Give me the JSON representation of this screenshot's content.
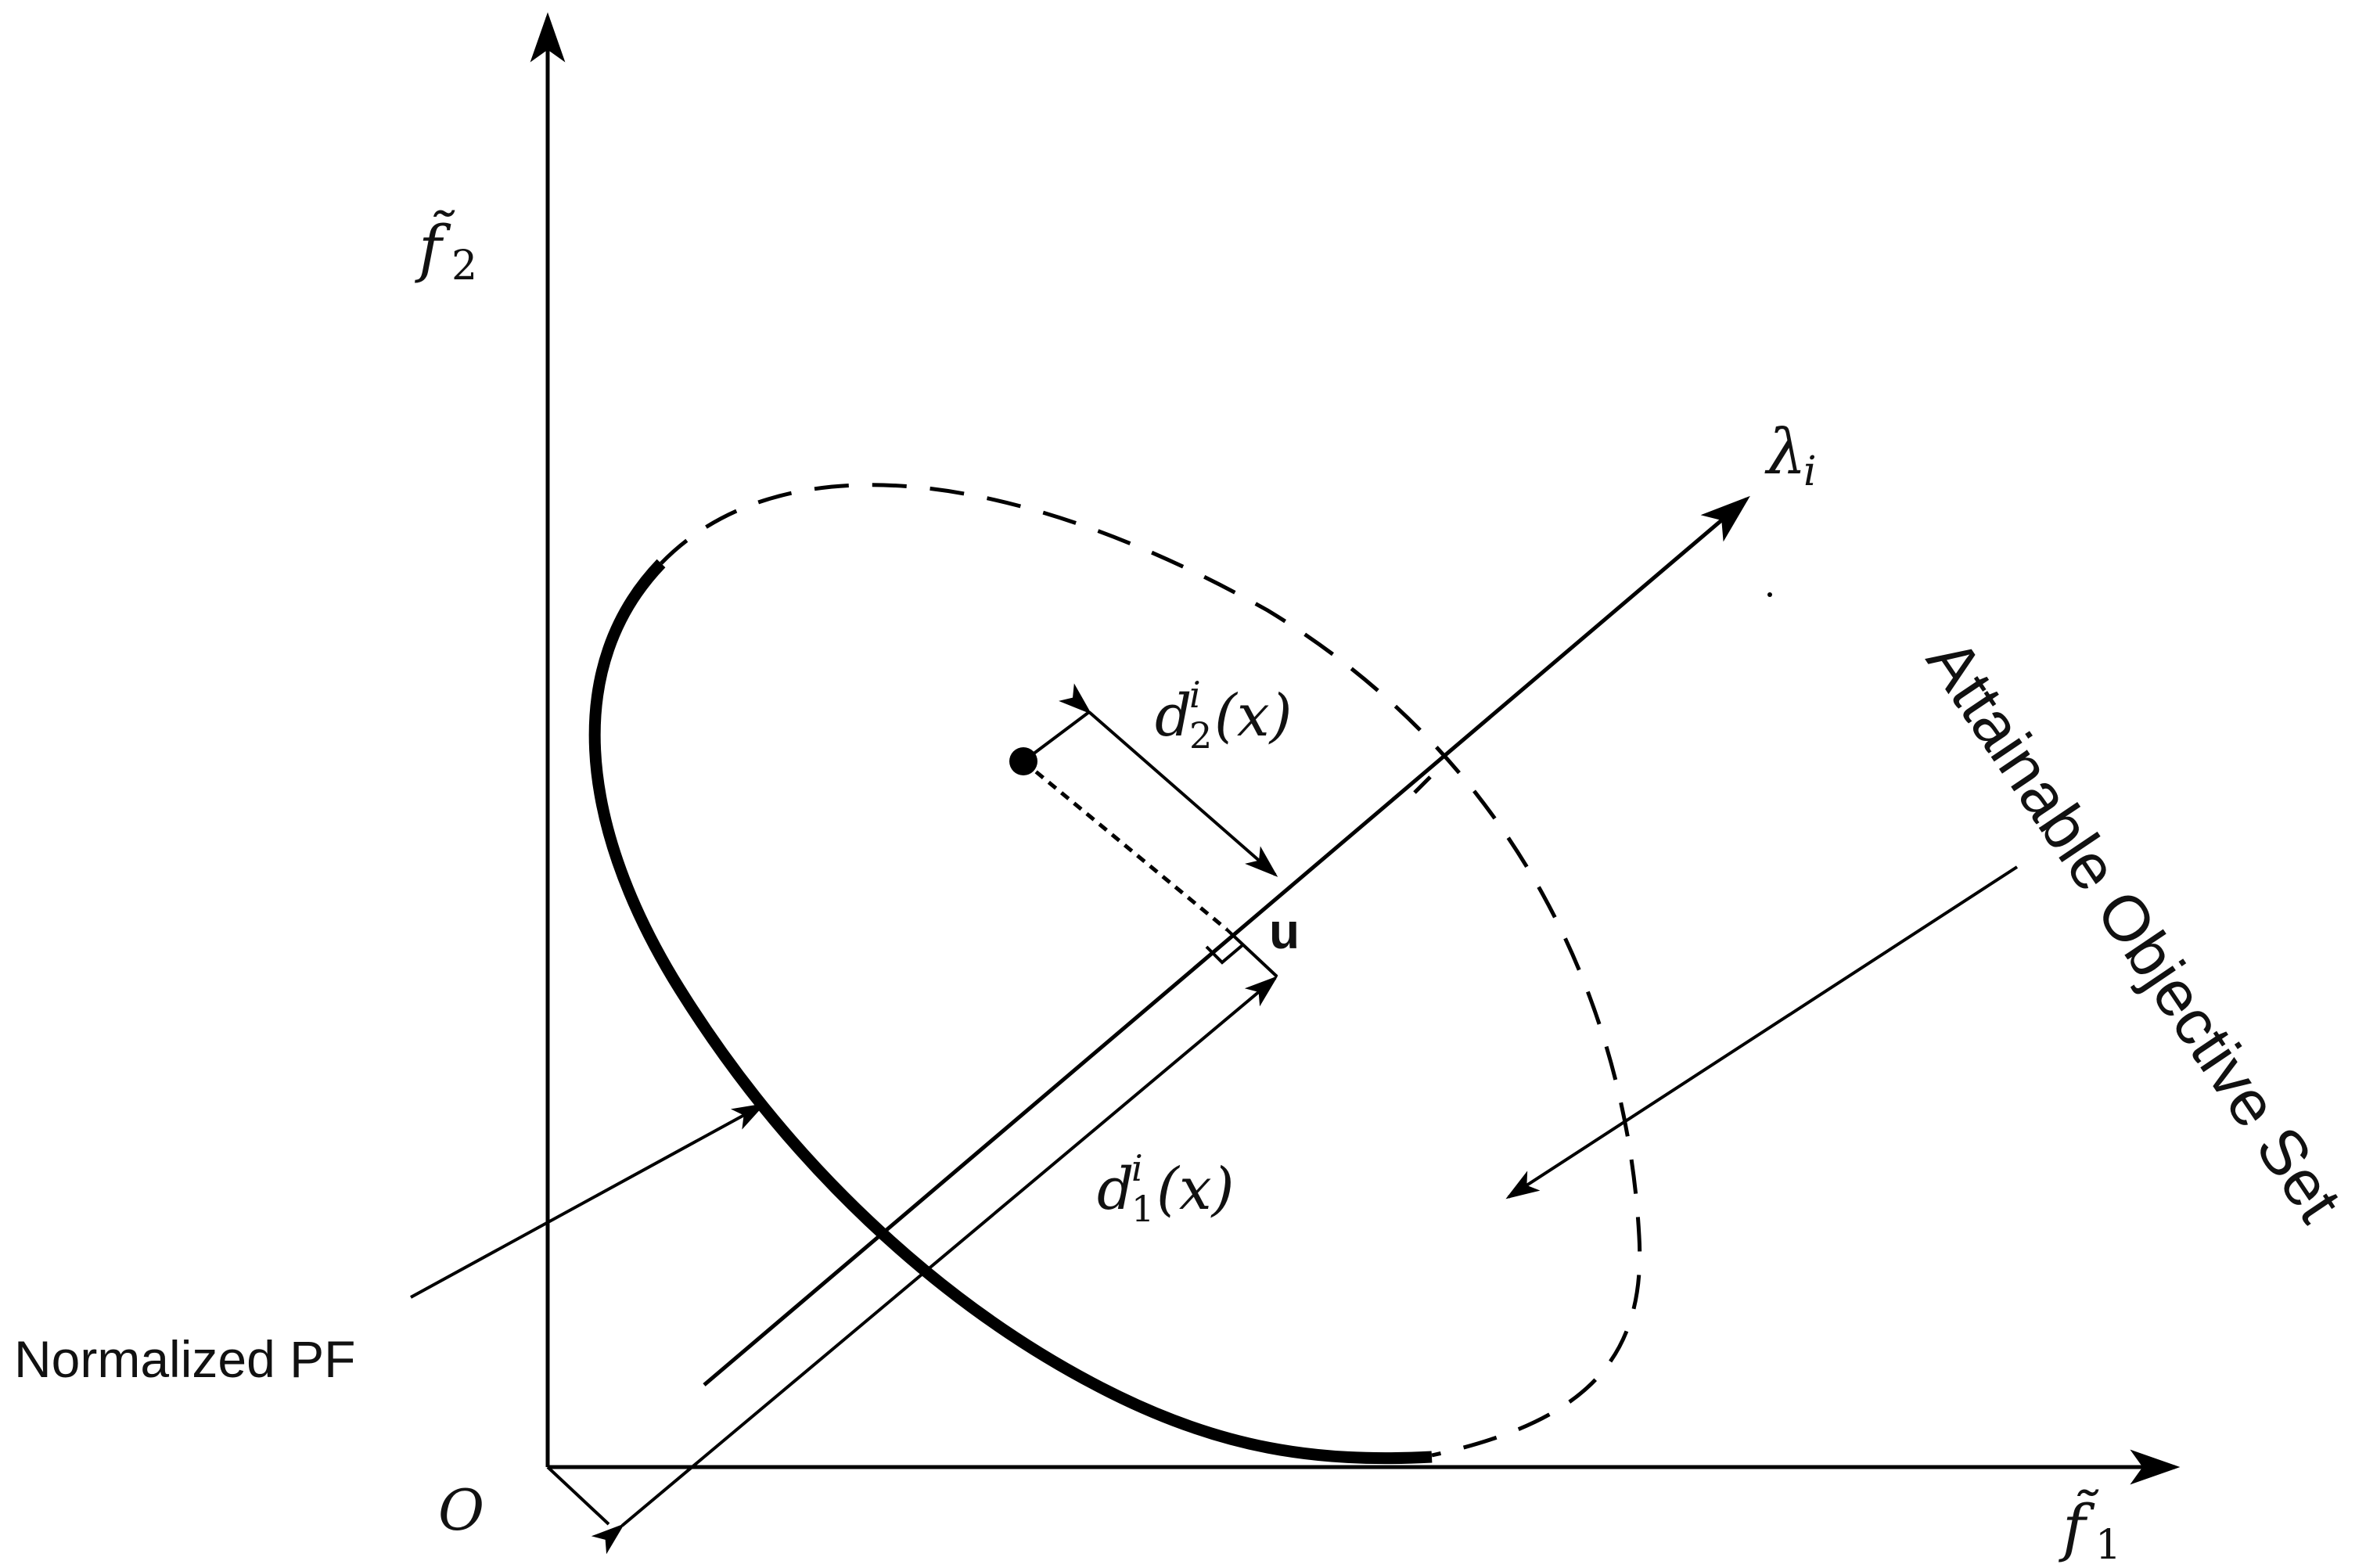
{
  "axes": {
    "origin_label": "O",
    "x_label": {
      "base": "f̃",
      "sub": "1"
    },
    "y_label": {
      "base": "f̃",
      "sub": "2"
    }
  },
  "weight_vector": {
    "base": "λ",
    "sub": "i"
  },
  "distance_d1": {
    "d": "d",
    "sub": "1",
    "sup": "i",
    "arg": "(x)"
  },
  "distance_d2": {
    "d": "d",
    "sub": "2",
    "sup": "i",
    "arg": "(x)"
  },
  "projection_label": "u",
  "pf_label": "Normalized PF",
  "attainable_label": "Attainable Objective Set",
  "colors": {
    "ink": "#000000",
    "background": "#ffffff"
  }
}
